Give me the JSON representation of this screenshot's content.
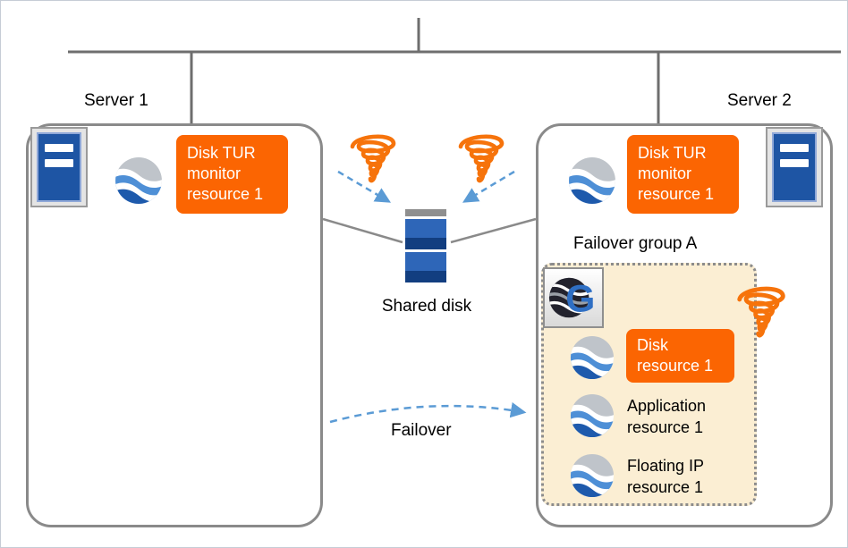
{
  "colors": {
    "resource_highlight_orange": "#fb6502",
    "tornado_orange": "#f6730b",
    "arrow_blue": "#5b9bd5",
    "group_beige": "#fbeed3",
    "server_blue": "#1e55a4",
    "line_gray": "#8a8a8a"
  },
  "icons": {
    "server": "server-icon",
    "resource": "resource-icon",
    "monitor_tornado": "tornado-icon",
    "shared_disk": "shared-disk-icon",
    "group_logo": "g-logo-icon"
  },
  "g_logo": {
    "letter": "G"
  },
  "server1": {
    "label": "Server 1",
    "monitor_label": "Disk TUR monitor resource 1"
  },
  "server2": {
    "label": "Server 2",
    "monitor_label": "Disk TUR monitor resource 1"
  },
  "shared_disk": {
    "label": "Shared disk"
  },
  "failover_group": {
    "label": "Failover group A",
    "resources": [
      {
        "label": "Disk resource 1",
        "style": "highlight"
      },
      {
        "label": "Application resource 1",
        "style": "plain"
      },
      {
        "label": "Floating IP resource 1",
        "style": "plain"
      }
    ]
  },
  "failover": {
    "label": "Failover"
  }
}
